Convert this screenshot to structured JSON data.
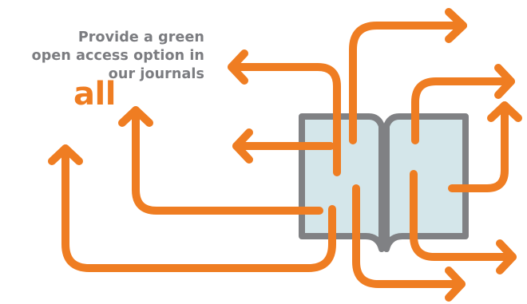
{
  "headline": {
    "line1": "Provide a green",
    "line2": "open access option in",
    "line3": "our journals",
    "emphasis": "all"
  },
  "colors": {
    "arrow": "#ef7d22",
    "book_page": "#d4e6ea",
    "book_outline": "#808184",
    "headline_text": "#7b7c80"
  },
  "icons": {
    "book": "open-book-icon",
    "arrow": "bent-arrow-icon"
  }
}
